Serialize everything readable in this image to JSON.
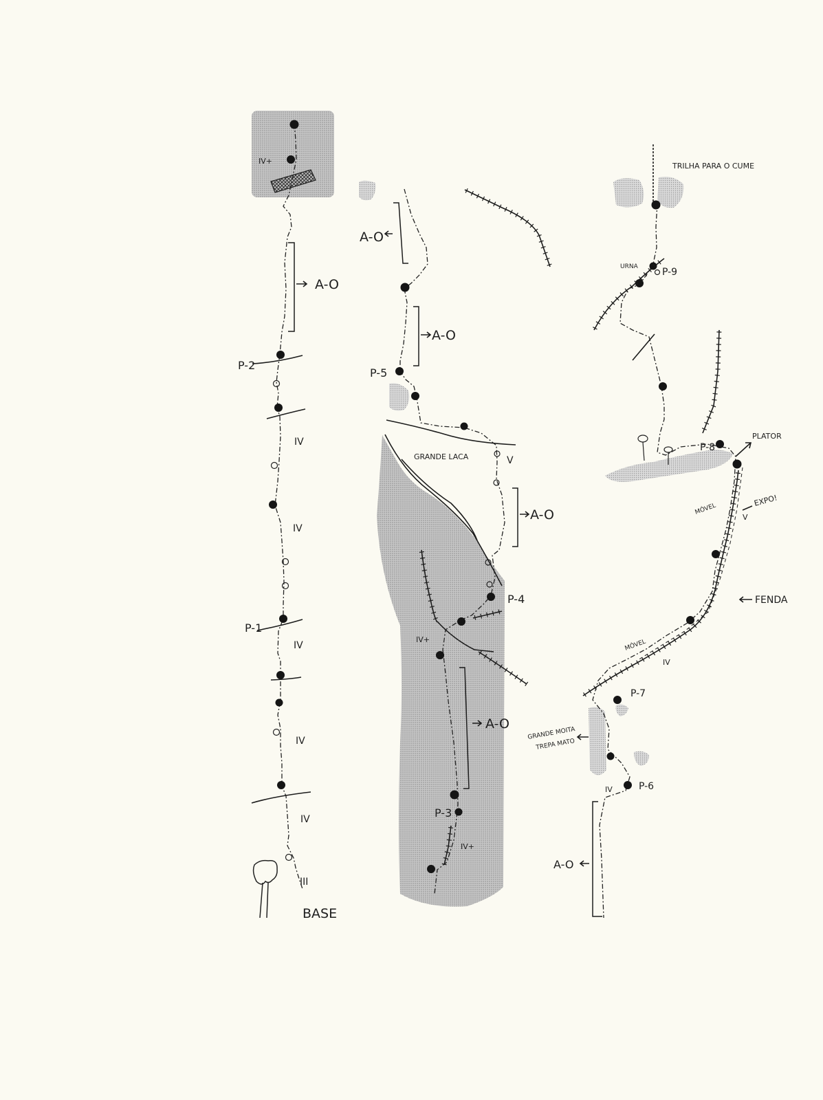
{
  "topo": {
    "pitch1": {
      "grade_top": "IV+",
      "aid": "A-O",
      "belay_p2": "P-2",
      "grade_a": "IV",
      "grade_b": "IV",
      "belay_p1": "P-1",
      "grade_c": "IV",
      "grade_d": "IV",
      "grade_e": "IV",
      "grade_start": "III",
      "base": "BASE"
    },
    "middle": {
      "aid_top": "A-O",
      "aid_mid": "A-O",
      "belay_p5": "P-5",
      "flake": "GRANDE LACA",
      "grade_v": "V",
      "aid_flake": "A-O",
      "belay_p4": "P-4",
      "grade_ivp": "IV+",
      "aid_lower": "A-O",
      "belay_p3": "P-3",
      "grade_ivp_low": "IV+"
    },
    "right": {
      "trail": "TRILHA PARA O CUME",
      "urna": "URNA",
      "belay_p9": "P-9",
      "belay_p8": "P-8",
      "plator": "PLATOR",
      "movel_top": "MÓVEL",
      "expo": "EXPO!",
      "grade_v": "V",
      "fenda": "FENDA",
      "movel_low": "MÓVEL",
      "grade_iv": "IV",
      "belay_p7": "P-7",
      "moita1": "GRANDE MOITA",
      "moita2": "TREPA MATO",
      "grade_iv_low": "IV",
      "belay_p6": "P-6",
      "aid": "A-O"
    }
  },
  "colors": {
    "ink": "#1c1c1c",
    "paper": "#fbfaf2",
    "shade": "#b5b5b5"
  }
}
